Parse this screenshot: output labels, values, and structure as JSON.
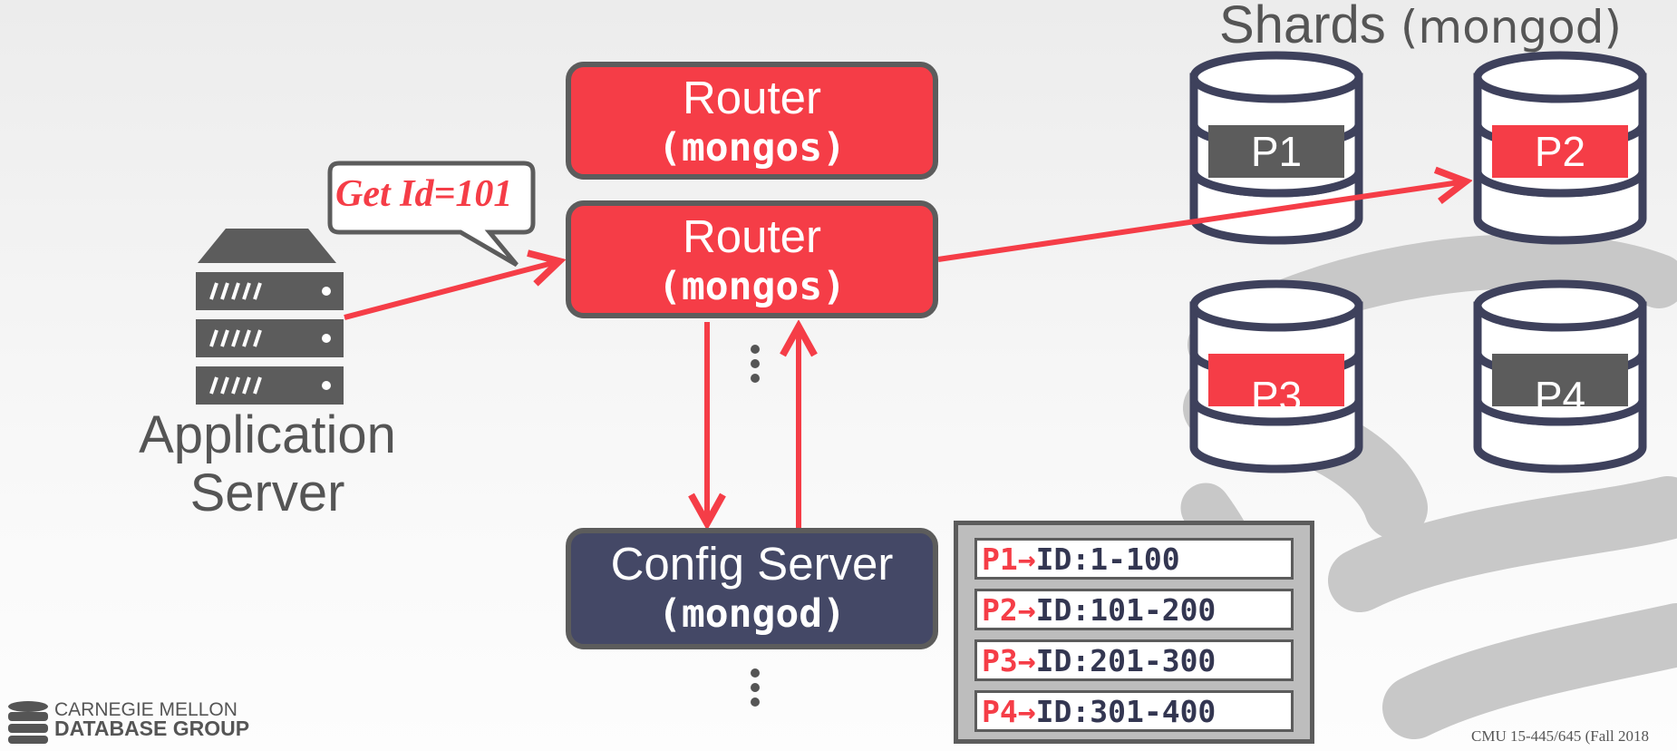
{
  "shards": {
    "title": "Shards",
    "title_suffix": "(mongod)",
    "partitions": [
      {
        "label": "P1",
        "highlighted": false
      },
      {
        "label": "P2",
        "highlighted": true
      },
      {
        "label": "P3",
        "highlighted": true
      },
      {
        "label": "P4",
        "highlighted": false
      }
    ]
  },
  "routers": [
    {
      "title": "Router",
      "subtitle": "(mongos)"
    },
    {
      "title": "Router",
      "subtitle": "(mongos)"
    }
  ],
  "config_server": {
    "title": "Config Server",
    "subtitle": "(mongod)"
  },
  "application": {
    "line1": "Application",
    "line2": "Server"
  },
  "query_bubble": {
    "text": "Get Id=101"
  },
  "routing_table": [
    {
      "partition": "P1",
      "range": "ID:1-100"
    },
    {
      "partition": "P2",
      "range": "ID:101-200"
    },
    {
      "partition": "P3",
      "range": "ID:201-300"
    },
    {
      "partition": "P4",
      "range": "ID:301-400"
    }
  ],
  "arrow_symbol": "→",
  "logo": {
    "line1": "CARNEGIE MELLON",
    "line2": "DATABASE GROUP"
  },
  "footer": {
    "text": "CMU 15-445/645 (Fall 2018"
  },
  "colors": {
    "accent_red": "#f53d47",
    "navy": "#444866",
    "gray": "#5c5c5c",
    "database_outline": "#3e415c"
  }
}
